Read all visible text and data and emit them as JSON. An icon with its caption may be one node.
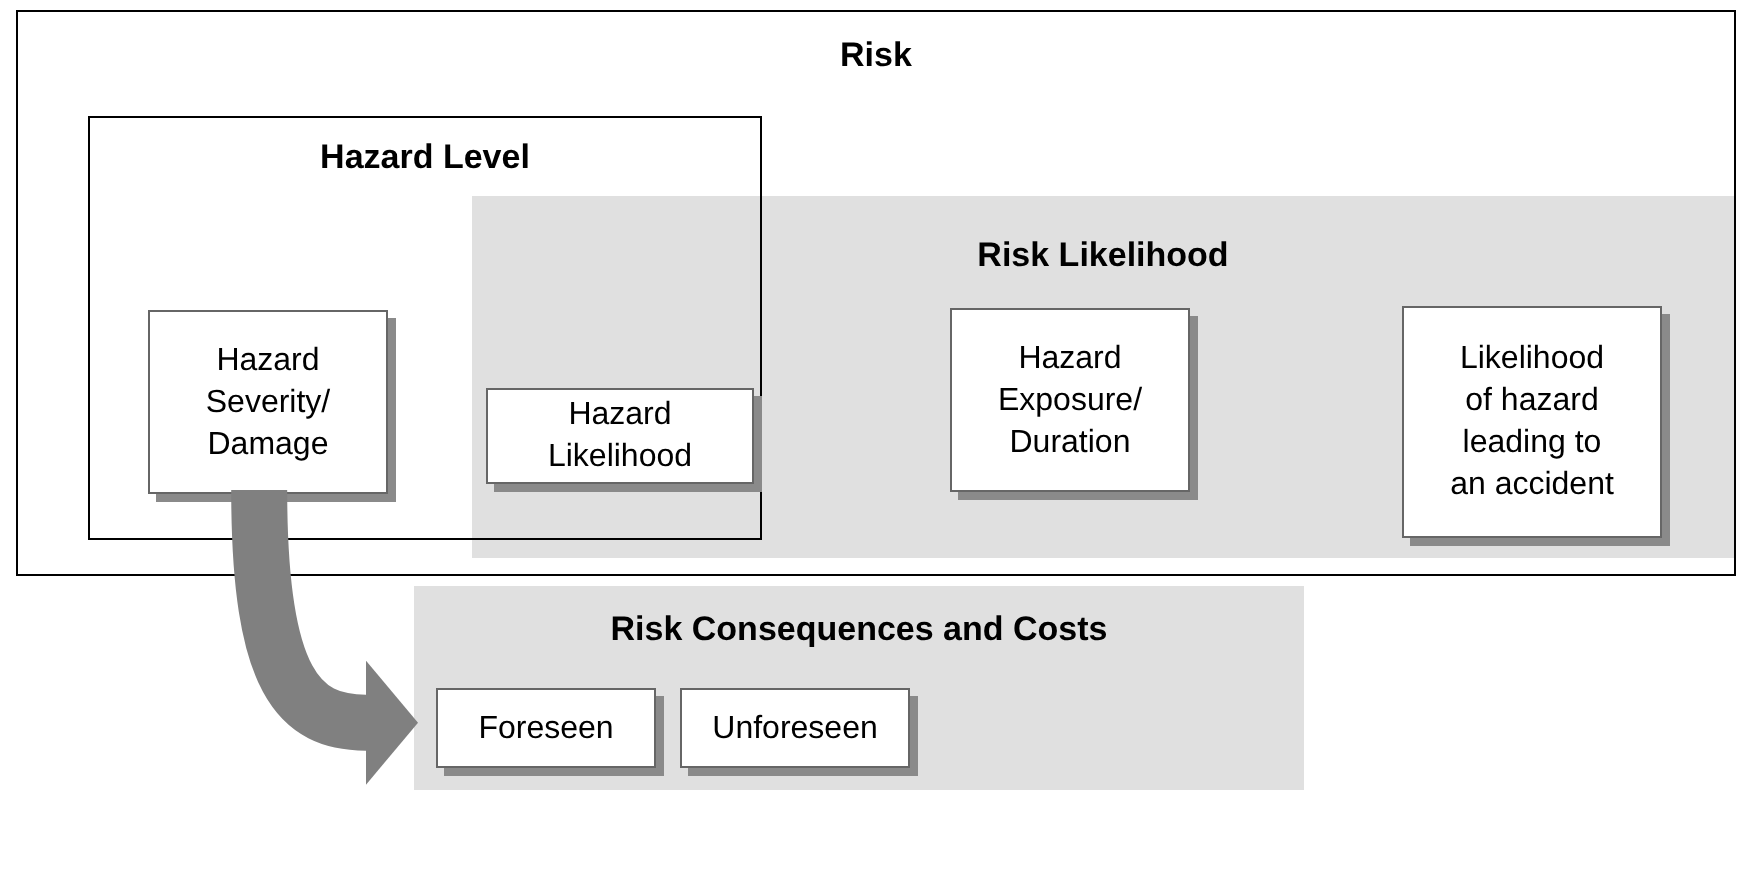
{
  "diagram": {
    "nodes": [
      {
        "text": [
          "Risk"
        ]
      },
      {
        "text": [
          "Hazard Level"
        ],
        "in": 0
      },
      {
        "text": [
          "Risk Likelihood"
        ],
        "in": 0
      },
      {
        "text": [
          "Hazard Severity/ Damage"
        ],
        "in": 1
      },
      {
        "text": [
          "Hazard Likelihood"
        ]
      },
      {
        "text": [
          "Hazard Exposure/ Duration"
        ],
        "in": 2
      },
      {
        "text": [
          "Likelihood of hazard leading to an accident"
        ],
        "in": 2
      },
      {
        "text": [
          "Risk Consequences and Costs"
        ]
      },
      {
        "text": [
          "Foreseen"
        ],
        "in": 7
      },
      {
        "text": [
          "Unforeseen"
        ],
        "in": 7
      }
    ],
    "edges": [
      {
        "from": 3,
        "to": 7,
        "arrow": "to",
        "color": "#808080"
      }
    ]
  }
}
